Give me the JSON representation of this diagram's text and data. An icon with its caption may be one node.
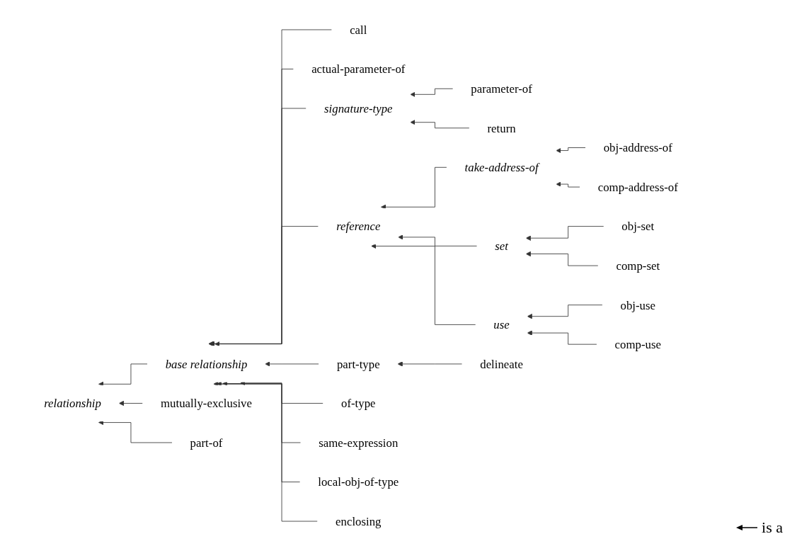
{
  "diagram": {
    "nodes": [
      {
        "text": [
          "relationship"
        ]
      },
      {
        "text": [
          "base relationship"
        ]
      },
      {
        "text": [
          "call"
        ]
      },
      {
        "text": [
          "actual-parameter-of"
        ]
      },
      {
        "text": [
          "signature-type"
        ]
      },
      {
        "text": [
          "parameter-of"
        ]
      },
      {
        "text": [
          "return"
        ]
      },
      {
        "text": [
          "reference"
        ]
      },
      {
        "text": [
          "take-address-of"
        ]
      },
      {
        "text": [
          "obj-address-of"
        ]
      },
      {
        "text": [
          "comp-address-of"
        ]
      },
      {
        "text": [
          "set"
        ]
      },
      {
        "text": [
          "obj-set"
        ]
      },
      {
        "text": [
          "comp-set"
        ]
      },
      {
        "text": [
          "use"
        ]
      },
      {
        "text": [
          "obj-use"
        ]
      },
      {
        "text": [
          "comp-use"
        ]
      },
      {
        "text": [
          "part-type"
        ]
      },
      {
        "text": [
          "delineate"
        ]
      },
      {
        "text": [
          "of-type"
        ]
      },
      {
        "text": [
          "same-expression"
        ]
      },
      {
        "text": [
          "local-obj-of-type"
        ]
      },
      {
        "text": [
          "enclosing"
        ]
      },
      {
        "text": [
          "mutually-exclusive"
        ]
      },
      {
        "text": [
          "part-of"
        ]
      }
    ],
    "edges": [
      {
        "from": 1,
        "to": 0,
        "arrow": "to"
      },
      {
        "from": 2,
        "to": 1,
        "arrow": "to"
      },
      {
        "from": 3,
        "to": 1,
        "arrow": "to"
      },
      {
        "from": 4,
        "to": 1,
        "arrow": "to"
      },
      {
        "from": 5,
        "to": 4,
        "arrow": "to"
      },
      {
        "from": 6,
        "to": 4,
        "arrow": "to"
      },
      {
        "from": 7,
        "to": 1,
        "arrow": "to"
      },
      {
        "from": 8,
        "to": 7,
        "arrow": "to"
      },
      {
        "from": 9,
        "to": 8,
        "arrow": "to"
      },
      {
        "from": 10,
        "to": 8,
        "arrow": "to"
      },
      {
        "from": 11,
        "to": 7,
        "arrow": "to"
      },
      {
        "from": 12,
        "to": 11,
        "arrow": "to"
      },
      {
        "from": 13,
        "to": 11,
        "arrow": "to"
      },
      {
        "from": 14,
        "to": 7,
        "arrow": "to"
      },
      {
        "from": 15,
        "to": 14,
        "arrow": "to"
      },
      {
        "from": 16,
        "to": 14,
        "arrow": "to"
      },
      {
        "from": 17,
        "to": 1,
        "arrow": "to"
      },
      {
        "from": 18,
        "to": 17,
        "arrow": "to"
      },
      {
        "from": 19,
        "to": 1,
        "arrow": "to"
      },
      {
        "from": 20,
        "to": 1,
        "arrow": "to"
      },
      {
        "from": 21,
        "to": 1,
        "arrow": "to"
      },
      {
        "from": 22,
        "to": 1,
        "arrow": "to"
      },
      {
        "from": 23,
        "to": 0,
        "arrow": "to"
      },
      {
        "from": 24,
        "to": 0,
        "arrow": "to"
      }
    ],
    "legend": [
      {
        "text": "is a"
      }
    ]
  }
}
